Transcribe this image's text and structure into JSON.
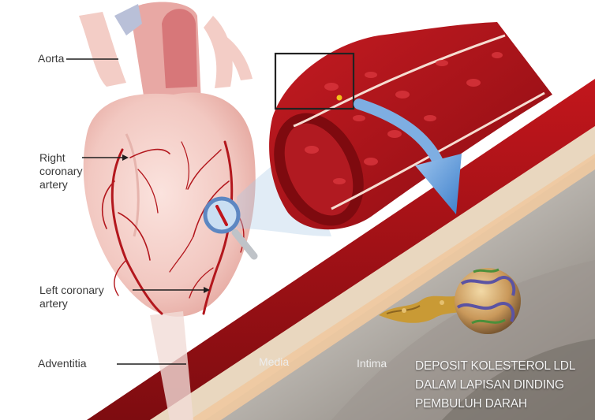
{
  "labels": {
    "aorta": "Aorta",
    "right_coronary_artery": [
      "Right",
      "coronary",
      "artery"
    ],
    "left_coronary_artery": [
      "Left coronary",
      "artery"
    ],
    "adventitia": "Adventitia",
    "media": "Media",
    "intima": "Intima"
  },
  "caption": [
    "DEPOSIT KOLESTEROL LDL",
    "DALAM LAPISAN DINDING",
    "PEMBULUH DARAH"
  ],
  "colors": {
    "artery_red": "#a8141a",
    "heart_pink": "#f3cfc9",
    "arrow_blue": "#4f8fd3",
    "plaque_gold": "#c99a35"
  },
  "icons": [
    "magnifier-icon",
    "arrow-icon"
  ]
}
